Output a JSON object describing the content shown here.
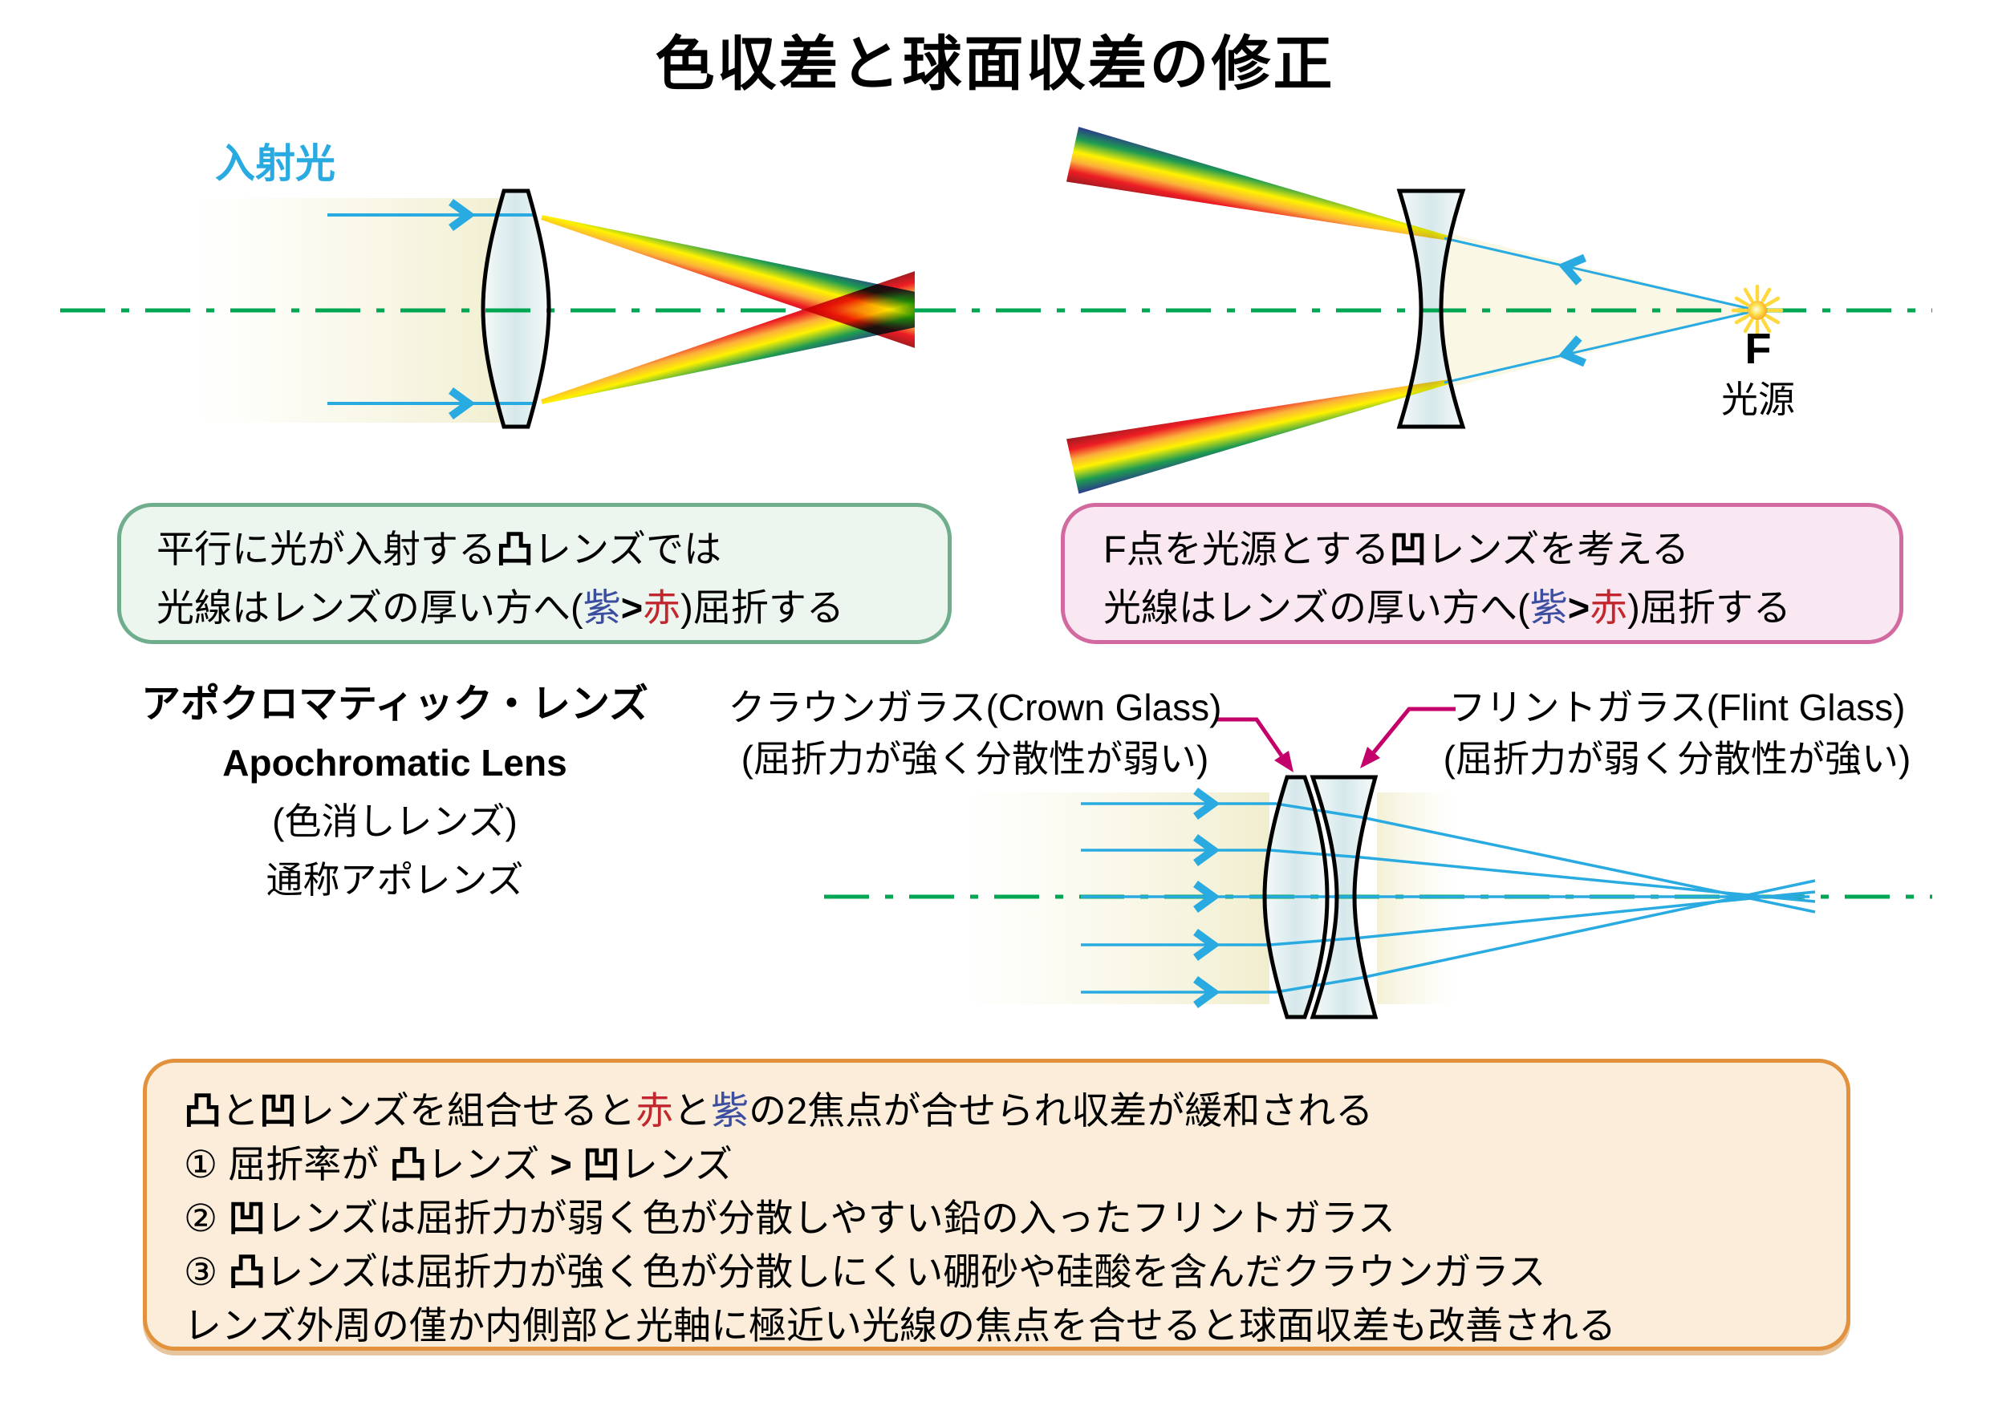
{
  "title": "色収差と球面収差の修正",
  "labels": {
    "incident_light": "入射光",
    "focus_point": "F",
    "light_source": "光源"
  },
  "apo": {
    "l1": "アポクロマティック・レンズ",
    "l2": "Apochromatic Lens",
    "l3": "(色消しレンズ)",
    "l4": "通称アポレンズ"
  },
  "crown": {
    "l1": "クラウンガラス(Crown Glass)",
    "l2": "(屈折力が強く分散性が弱い)"
  },
  "flint": {
    "l1": "フリントガラス(Flint Glass)",
    "l2": "(屈折力が弱く分散性が強い)"
  },
  "green_box": {
    "l1a": "平行に光が入射する",
    "l1b": "凸",
    "l1c": "レンズでは",
    "l2a": "光線はレンズの厚い方へ(",
    "l2b": "紫",
    "l2c": ">",
    "l2d": "赤",
    "l2e": ")屈折する"
  },
  "pink_box": {
    "l1a": "F点を光源とする",
    "l1b": "凹",
    "l1c": "レンズを考える",
    "l2a": "光線はレンズの厚い方へ(",
    "l2b": "紫",
    "l2c": ">",
    "l2d": "赤",
    "l2e": ")屈折する"
  },
  "orange_box": {
    "l1a": "凸",
    "l1b": "と",
    "l1c": "凹",
    "l1d": "レンズを組合せると",
    "l1e": "赤",
    "l1f": "と",
    "l1g": "紫",
    "l1h": "の2焦点が合せられ収差が緩和される",
    "l2a": "① 屈折率が ",
    "l2b": "凸",
    "l2c": "レンズ ",
    "l2d": ">",
    "l2e": " ",
    "l2f": "凹",
    "l2g": "レンズ",
    "l3a": "② ",
    "l3b": "凹",
    "l3c": "レンズは屈折力が弱く色が分散しやすい鉛の入ったフリントガラス",
    "l4a": "③ ",
    "l4b": "凸",
    "l4c": "レンズは屈折力が強く色が分散しにくい硼砂や硅酸を含んだクラウンガラス",
    "l5": "レンズ外周の僅か内側部と光軸に極近い光線の焦点を合せると球面収差も改善される"
  },
  "colors": {
    "optical_axis_green": "#00A651",
    "ray_blue": "#29ABE2",
    "leader_magenta": "#C4006A",
    "accent_red": "#C1272D",
    "accent_purple": "#3B4EA0",
    "green_box_border": "#6FAD8C",
    "pink_box_border": "#D2699F",
    "orange_box_border": "#E2923D"
  }
}
